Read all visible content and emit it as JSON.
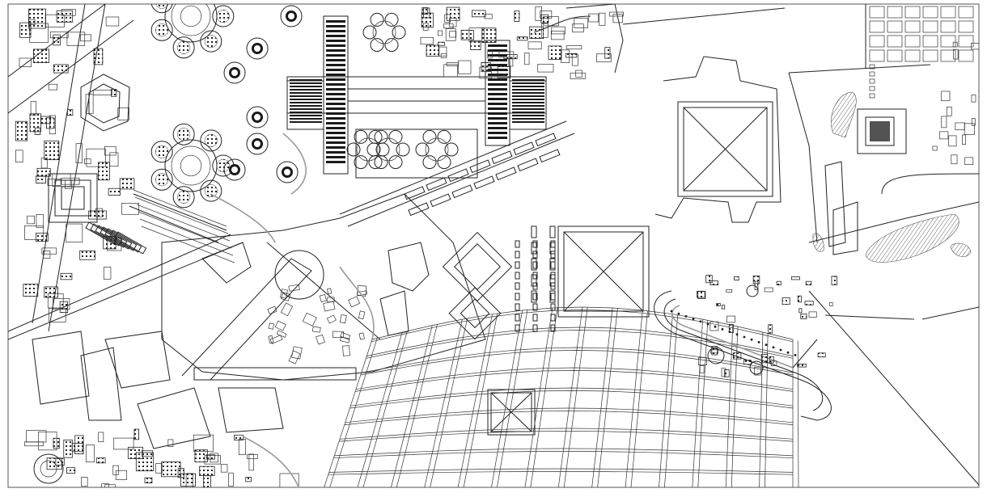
{
  "map": {
    "style": "monochrome architectural site plan",
    "colors": {
      "background": "#ffffff",
      "ink": "#222222",
      "secondary": "#9a9a9a"
    },
    "features": [
      "site-border",
      "rectangle-wedge-buildings",
      "rotunda-clusters",
      "cross-shaped-palace",
      "left-district-dense-blocks",
      "central-plaza-blocks",
      "pyramid-large",
      "pyramid-medium",
      "pyramid-small",
      "mesh-street-grid",
      "stadium-oval",
      "right-grid-district",
      "shaded-landforms",
      "bottom-left-ruins"
    ]
  }
}
